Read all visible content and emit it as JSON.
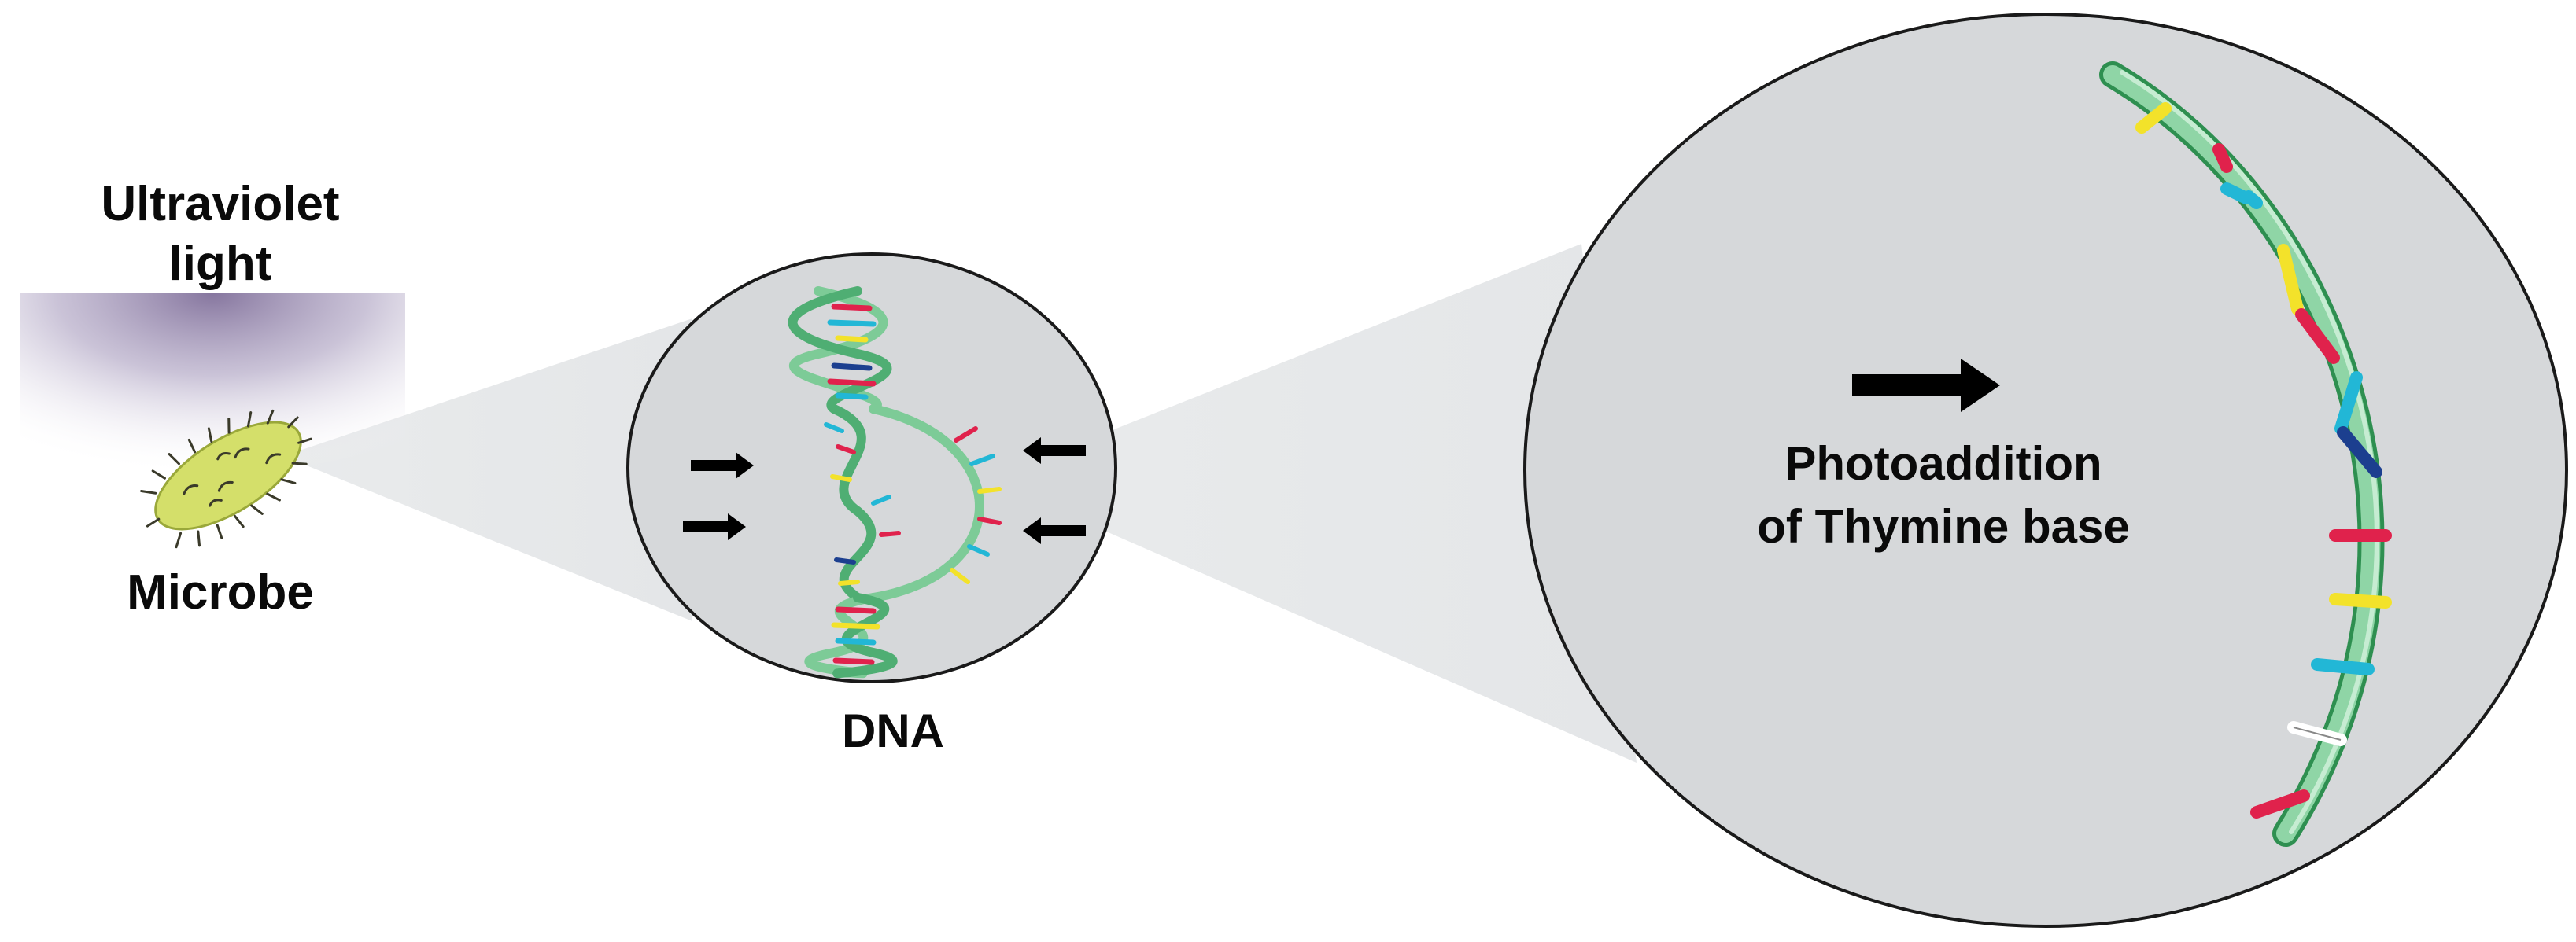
{
  "labels": {
    "uv_line1": "Ultraviolet",
    "uv_line2": "light",
    "microbe": "Microbe",
    "dna": "DNA",
    "photo_line1": "Photoaddition",
    "photo_line2": "of Thymine base"
  },
  "colors": {
    "circle_fill": "#d6d8da",
    "circle_stroke": "#1a1a1a",
    "beam_fill": "#eceeef",
    "uv_glow": "#8a7aa0",
    "microbe_fill": "#d4df6a",
    "dna_backbone": "#7dcb97",
    "dna_backbone_dark": "#2e8f50",
    "base_red": "#e0224c",
    "base_yellow": "#f3e22a",
    "base_cyan": "#22b7d6",
    "base_navy": "#1c3f8f",
    "base_white": "#ffffff",
    "arrow": "#000000"
  },
  "icons": [
    "uv-light-glow",
    "microbe-icon",
    "dna-helix-icon",
    "arrow-right-icon",
    "arrow-left-icon"
  ]
}
